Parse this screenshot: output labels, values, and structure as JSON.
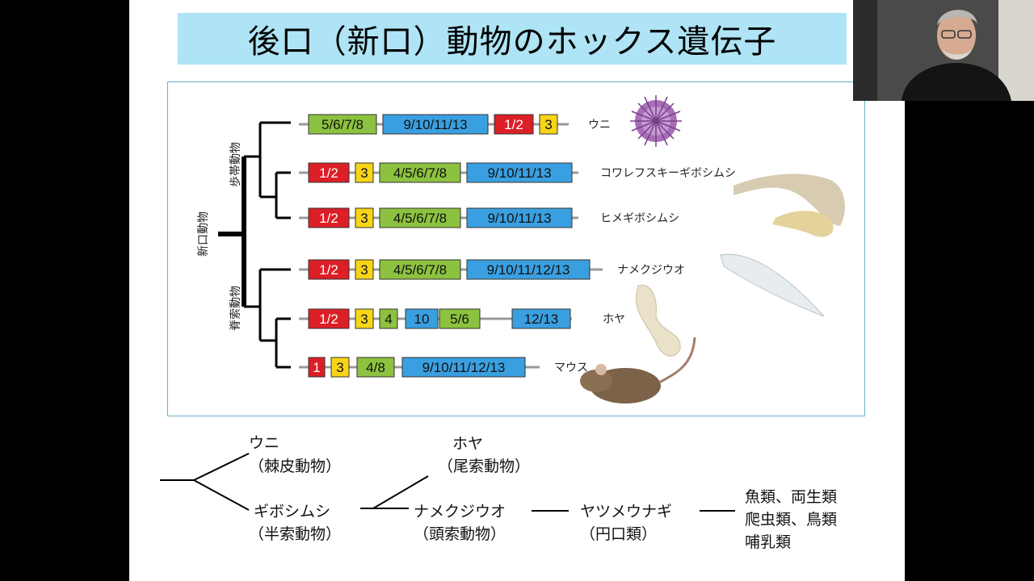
{
  "slide": {
    "title": "後口（新口）動物のホックス遺伝子"
  },
  "colors": {
    "red": "#dc1f26",
    "yellow": "#f7d417",
    "green": "#8cc23f",
    "blue": "#3a9fe0",
    "title_bg": "#aee4f5"
  },
  "tree": {
    "root_label": "新口動物",
    "group_upper": "歩帯動物",
    "group_lower": "脊索動物"
  },
  "rows": [
    {
      "species": "ウニ",
      "boxes": [
        {
          "label": "5/6/7/8",
          "color": "green"
        },
        {
          "label": "9/10/11/13",
          "color": "blue"
        },
        {
          "label": "1/2",
          "color": "red"
        },
        {
          "label": "3",
          "color": "yellow"
        }
      ]
    },
    {
      "species": "コワレフスキーギボシムシ",
      "boxes": [
        {
          "label": "1/2",
          "color": "red"
        },
        {
          "label": "3",
          "color": "yellow"
        },
        {
          "label": "4/5/6/7/8",
          "color": "green"
        },
        {
          "label": "9/10/11/13",
          "color": "blue"
        }
      ]
    },
    {
      "species": "ヒメギボシムシ",
      "boxes": [
        {
          "label": "1/2",
          "color": "red"
        },
        {
          "label": "3",
          "color": "yellow"
        },
        {
          "label": "4/5/6/7/8",
          "color": "green"
        },
        {
          "label": "9/10/11/13",
          "color": "blue"
        }
      ]
    },
    {
      "species": "ナメクジウオ",
      "boxes": [
        {
          "label": "1/2",
          "color": "red"
        },
        {
          "label": "3",
          "color": "yellow"
        },
        {
          "label": "4/5/6/7/8",
          "color": "green"
        },
        {
          "label": "9/10/11/12/13",
          "color": "blue"
        }
      ]
    },
    {
      "species": "ホヤ",
      "boxes": [
        {
          "label": "1/2",
          "color": "red"
        },
        {
          "label": "3",
          "color": "yellow"
        },
        {
          "label": "4",
          "color": "green"
        },
        {
          "label": "10",
          "color": "blue"
        },
        {
          "label": "5/6",
          "color": "green"
        },
        {
          "label": "12/13",
          "color": "blue"
        }
      ]
    },
    {
      "species": "マウス",
      "boxes": [
        {
          "label": "1",
          "color": "red"
        },
        {
          "label": "3",
          "color": "yellow"
        },
        {
          "label": "4/8",
          "color": "green"
        },
        {
          "label": "9/10/11/12/13",
          "color": "blue"
        }
      ]
    }
  ],
  "bottom": {
    "uni": "ウニ",
    "uni_group": "（棘皮動物）",
    "gibo": "ギボシムシ",
    "gibo_group": "（半索動物）",
    "hoya": "ホヤ",
    "hoya_group": "（尾索動物）",
    "namekuji": "ナメクジウオ",
    "namekuji_group": "（頭索動物）",
    "yatsume": "ヤツメウナギ",
    "yatsume_group": "（円口類）",
    "verts_1": "魚類、両生類",
    "verts_2": "爬虫類、鳥類",
    "verts_3": "哺乳類"
  }
}
